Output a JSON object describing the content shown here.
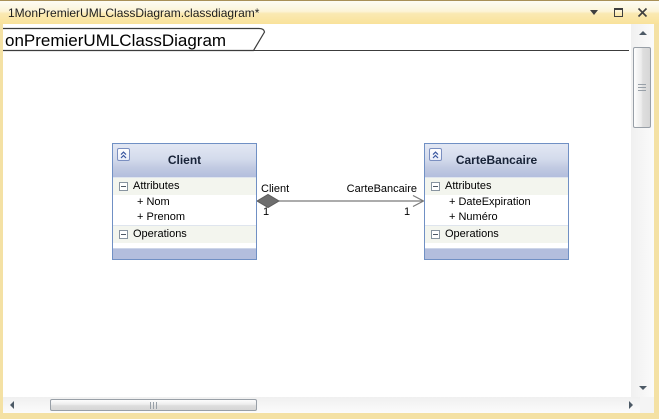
{
  "window": {
    "title": "1MonPremierUMLClassDiagram.classdiagram*"
  },
  "tab": {
    "label": "onPremierUMLClassDiagram"
  },
  "classes": [
    {
      "name": "Client",
      "sections": [
        {
          "label": "Attributes",
          "members": [
            "+ Nom",
            "+ Prenom"
          ]
        },
        {
          "label": "Operations",
          "members": []
        }
      ]
    },
    {
      "name": "CarteBancaire",
      "sections": [
        {
          "label": "Attributes",
          "members": [
            "+ DateExpiration",
            "+ Numéro"
          ]
        },
        {
          "label": "Operations",
          "members": []
        }
      ]
    }
  ],
  "association": {
    "type": "aggregation",
    "source_label": "Client",
    "target_label": "CarteBancaire",
    "source_multiplicity": "1",
    "target_multiplicity": "1"
  },
  "colors": {
    "window_border": "#f4e1a4",
    "titlebar_gradient_bottom": "#f9e29a",
    "class_border": "#7090c4",
    "class_header": "#b3bedd",
    "section_bg": "#f3f5ee",
    "connector": "#6e6e6e"
  }
}
